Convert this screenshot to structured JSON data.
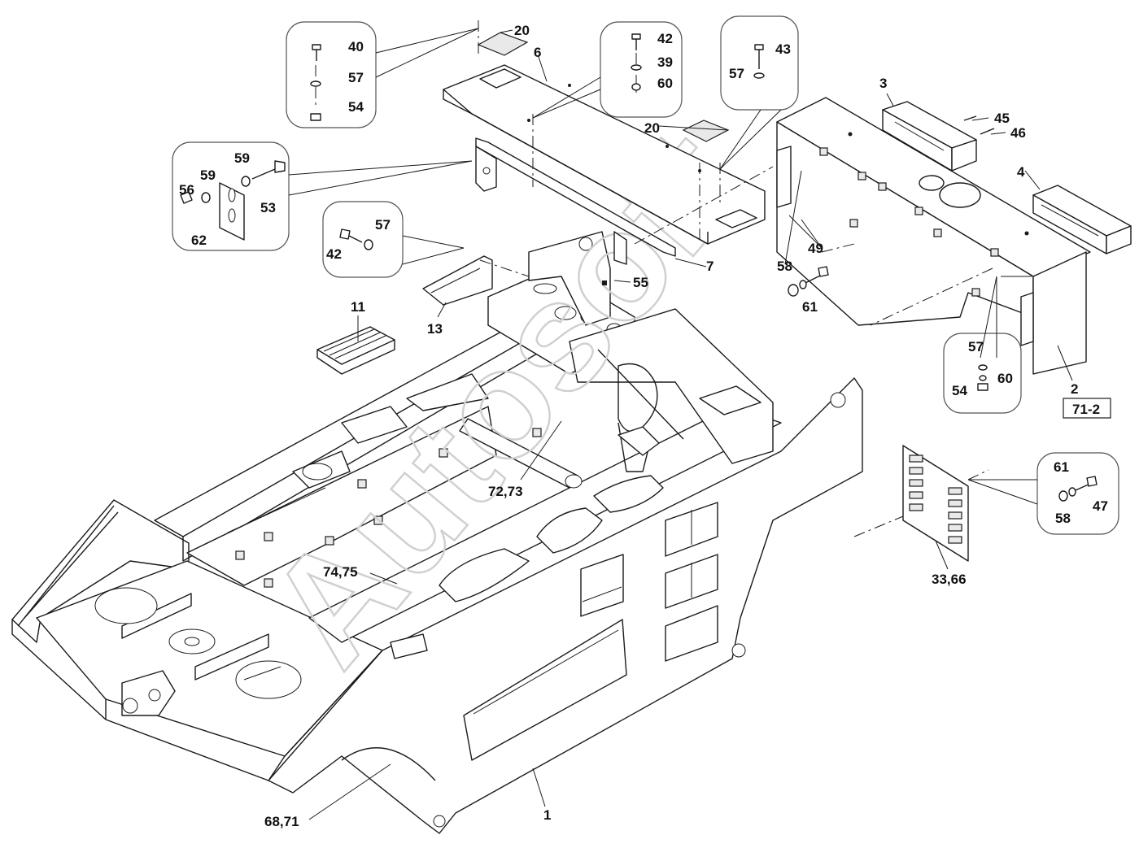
{
  "watermark": "Autosoft",
  "reference_box": "71-2",
  "part_labels": {
    "p20a": "20",
    "p6": "6",
    "p42a": "42",
    "p39": "39",
    "p60a": "60",
    "p20b": "20",
    "p43": "43",
    "p57a": "57",
    "p40": "40",
    "p57b": "57",
    "p54a": "54",
    "p3": "3",
    "p45": "45",
    "p46": "46",
    "p4": "4",
    "p59a": "59",
    "p59b": "59",
    "p56": "56",
    "p53": "53",
    "p62": "62",
    "p57c": "57",
    "p42b": "42",
    "p7": "7",
    "p49": "49",
    "p58a": "58",
    "p61a": "61",
    "p55": "55",
    "p13": "13",
    "p11": "11",
    "p57d": "57",
    "p60b": "60",
    "p54b": "54",
    "p2": "2",
    "p61b": "61",
    "p58b": "58",
    "p47": "47",
    "p33_66": "33,66",
    "p72_73": "72,73",
    "p74_75": "74,75",
    "p68_71": "68,71",
    "p1": "1"
  }
}
